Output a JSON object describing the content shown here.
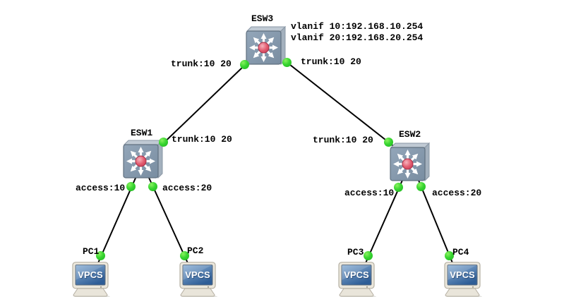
{
  "canvas": {
    "background": "#ffffff",
    "link_color": "#000000",
    "port_status_color": "#33cc33",
    "switch_body_color": "#8496aa",
    "switch_hub_color": "#e05a6c",
    "pc_screen_color": "#2e5d96"
  },
  "switches": {
    "esw3": {
      "label": "ESW3",
      "annotations": [
        "vlanif 10:192.168.10.254",
        "vlanif 20:192.168.20.254"
      ],
      "left_port_label": "trunk:10 20",
      "right_port_label": "trunk:10 20"
    },
    "esw1": {
      "label": "ESW1",
      "uplink_port_label": "trunk:10 20",
      "left_port_label": "access:10",
      "right_port_label": "access:20"
    },
    "esw2": {
      "label": "ESW2",
      "uplink_port_label": "trunk:10 20",
      "left_port_label": "access:10",
      "right_port_label": "access:20"
    }
  },
  "pcs": {
    "pc1": {
      "label": "PC1",
      "screen_text": "VPCS"
    },
    "pc2": {
      "label": "PC2",
      "screen_text": "VPCS"
    },
    "pc3": {
      "label": "PC3",
      "screen_text": "VPCS"
    },
    "pc4": {
      "label": "PC4",
      "screen_text": "VPCS"
    }
  },
  "links": [
    {
      "from": "ESW3",
      "to": "ESW1"
    },
    {
      "from": "ESW3",
      "to": "ESW2"
    },
    {
      "from": "ESW1",
      "to": "PC1"
    },
    {
      "from": "ESW1",
      "to": "PC2"
    },
    {
      "from": "ESW2",
      "to": "PC3"
    },
    {
      "from": "ESW2",
      "to": "PC4"
    }
  ]
}
